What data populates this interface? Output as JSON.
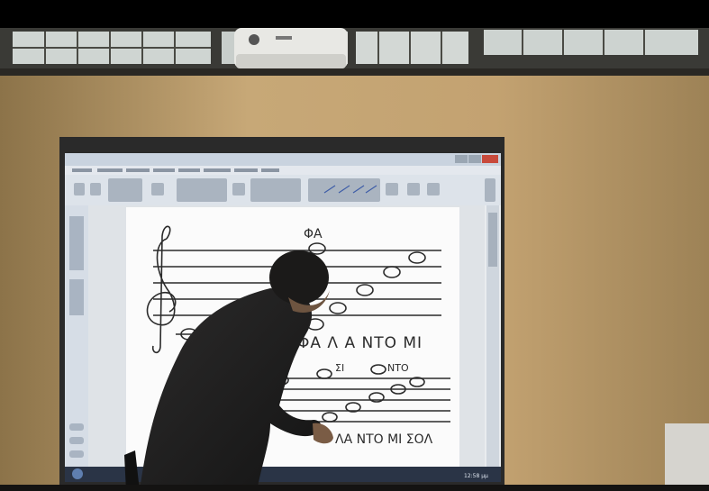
{
  "photo": {
    "board_content": {
      "top_note_label": "ΦΑ",
      "line1_text": "ΦΑ Λ Α ΝΤΟ ΜΙ",
      "mid_label_a": "ΣΙ",
      "mid_label_b": "ΝΤΟ",
      "line2_text": "ΛΑ ΝΤΟ ΜΙ ΣΟΛ"
    },
    "taskbar": {
      "clock": "12:58 μμ"
    }
  },
  "colors": {
    "wall": "#b99a6a",
    "board_frame": "#2a2a2a",
    "screen": "#e9ecef",
    "ink": "#2b2b2b"
  }
}
